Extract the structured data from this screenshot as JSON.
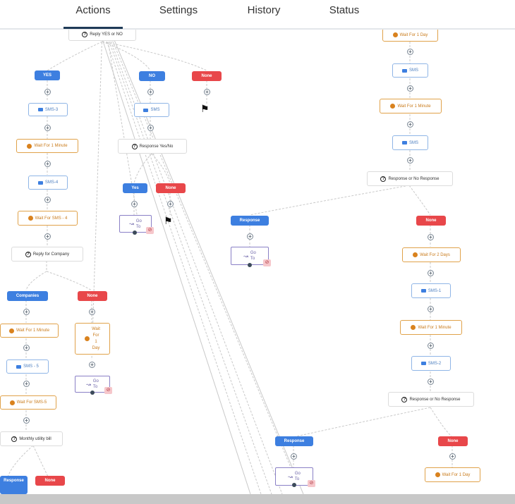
{
  "tabs": [
    {
      "label": "Actions",
      "active": true
    },
    {
      "label": "Settings",
      "active": false
    },
    {
      "label": "History",
      "active": false
    },
    {
      "label": "Status",
      "active": false
    }
  ],
  "colors": {
    "blue": "#3d7fe0",
    "red": "#e8474a",
    "sms_border": "#8fb5e6",
    "wait_border": "#e0a24a",
    "goto_border": "#8a80c6"
  },
  "nodes": {
    "reply_yes_no": "Reply YES or NO",
    "yes": "YES",
    "no": "NO",
    "none": "None",
    "sms_3": "SMS-3",
    "sms": "SMS",
    "wait_1_minute": "Wait For 1 Minute",
    "response_yes_no": "Response Yes/No",
    "sms_4": "SMS-4",
    "yes_small": "Yes",
    "wait_for_sms_4": "Wait For SMS - 4",
    "reply_for_company": "Reply for Company",
    "companies": "Companies",
    "wait_for_1_day_stacked": "Wait\nFor\n1\nDay",
    "wait_for_1_minute_2": "Wait For 1 Minute",
    "sms_5": "SMS - 5",
    "wait_for_sms_5": "Wait For SMS-5",
    "monthly_utility_bill": "Monthly utility bill",
    "response": "Response",
    "wait_for_1_day": "Wait For 1 Day",
    "response_or_no_response": "Response or No Response",
    "wait_for_2_days": "Wait For 2 Days",
    "sms_1": "SMS-1",
    "sms_2": "SMS-2",
    "go_to": "Go\nTo"
  }
}
